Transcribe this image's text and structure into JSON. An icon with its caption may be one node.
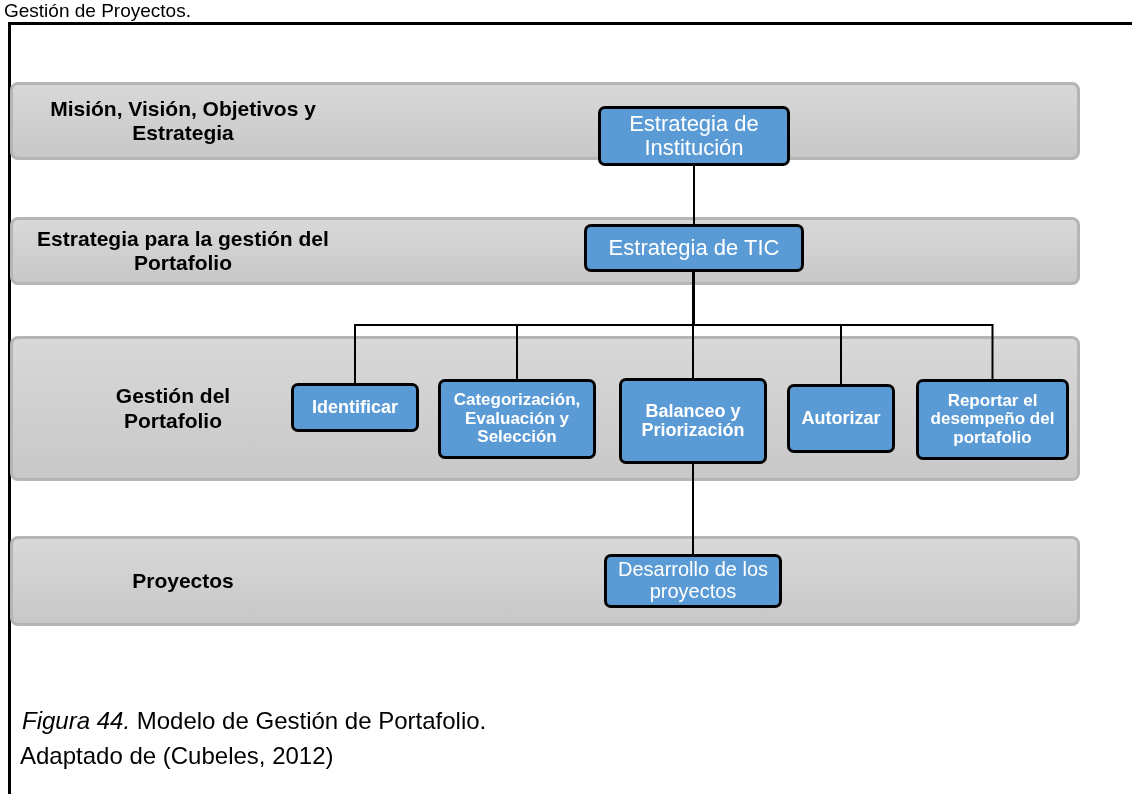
{
  "diagram": {
    "caption": "*Figura 44.* Modelo de Gestión de Portafolio.",
    "nodes": [
      {
        "text": [
          "Misión, Visión, Objetivos y Estrategia"
        ]
      },
      {
        "text": [
          "Estrategia de Institución"
        ],
        "in": 0
      },
      {
        "text": [
          "Estrategia para la gestión del Portafolio"
        ]
      },
      {
        "text": [
          "Estrategia de TIC"
        ],
        "in": 2
      },
      {
        "text": [
          "Gestión del Portafolio"
        ]
      },
      {
        "text": [
          "Identificar"
        ],
        "in": 4
      },
      {
        "text": [
          "Categorización, Evaluación y Selección"
        ],
        "in": 4
      },
      {
        "text": [
          "Balanceo y Priorización"
        ],
        "in": 4
      },
      {
        "text": [
          "Autorizar"
        ],
        "in": 4
      },
      {
        "text": [
          "Reportar el desempeño del portafolio"
        ],
        "in": 4
      },
      {
        "text": [
          "Proyectos"
        ]
      },
      {
        "text": [
          "Desarrollo de los proyectos"
        ],
        "in": 10
      }
    ],
    "edges": [
      {
        "from": 1,
        "to": 3,
        "arrow": "none"
      },
      {
        "from": 3,
        "to": 5,
        "arrow": "none"
      },
      {
        "from": 3,
        "to": 6,
        "arrow": "none"
      },
      {
        "from": 3,
        "to": 7,
        "arrow": "none"
      },
      {
        "from": 3,
        "to": 8,
        "arrow": "none"
      },
      {
        "from": 3,
        "to": 9,
        "arrow": "none"
      },
      {
        "from": 7,
        "to": 11,
        "arrow": "none"
      }
    ],
    "labels": [
      "Gestión de Proyectos.",
      "Adaptado de (Cubeles, 2012)"
    ]
  }
}
